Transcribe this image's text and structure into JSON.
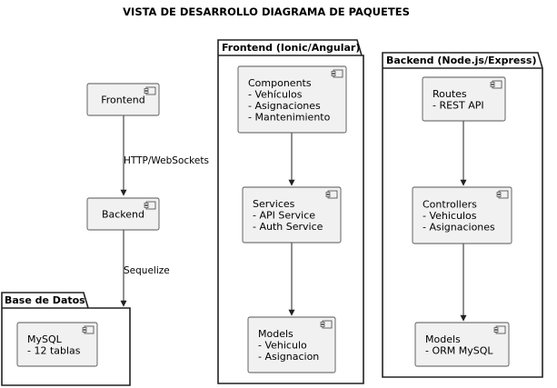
{
  "title": "VISTA DE DESARROLLO DIAGRAMA DE PAQUETES",
  "packages": {
    "base_datos": {
      "name": "Base de Datos"
    },
    "frontend": {
      "name": "Frontend (Ionic/Angular)"
    },
    "backend": {
      "name": "Backend (Node.js/Express)"
    }
  },
  "components": {
    "frontend_node": {
      "lines": [
        "Frontend"
      ]
    },
    "backend_node": {
      "lines": [
        "Backend"
      ]
    },
    "mysql": {
      "lines": [
        "MySQL",
        "- 12 tablas"
      ]
    },
    "fe_components": {
      "lines": [
        "Components",
        "- Vehículos",
        "- Asignaciones",
        "- Mantenimiento"
      ]
    },
    "fe_services": {
      "lines": [
        "Services",
        "- API Service",
        "- Auth Service"
      ]
    },
    "fe_models": {
      "lines": [
        "Models",
        "- Vehiculo",
        "- Asignacion"
      ]
    },
    "be_routes": {
      "lines": [
        "Routes",
        "- REST API"
      ]
    },
    "be_controllers": {
      "lines": [
        "Controllers",
        "- Vehiculos",
        "- Asignaciones"
      ]
    },
    "be_models": {
      "lines": [
        "Models",
        "- ORM MySQL"
      ]
    }
  },
  "edges": {
    "frontend_to_backend": {
      "label": "HTTP/WebSockets"
    },
    "backend_to_db": {
      "label": "Sequelize"
    }
  }
}
